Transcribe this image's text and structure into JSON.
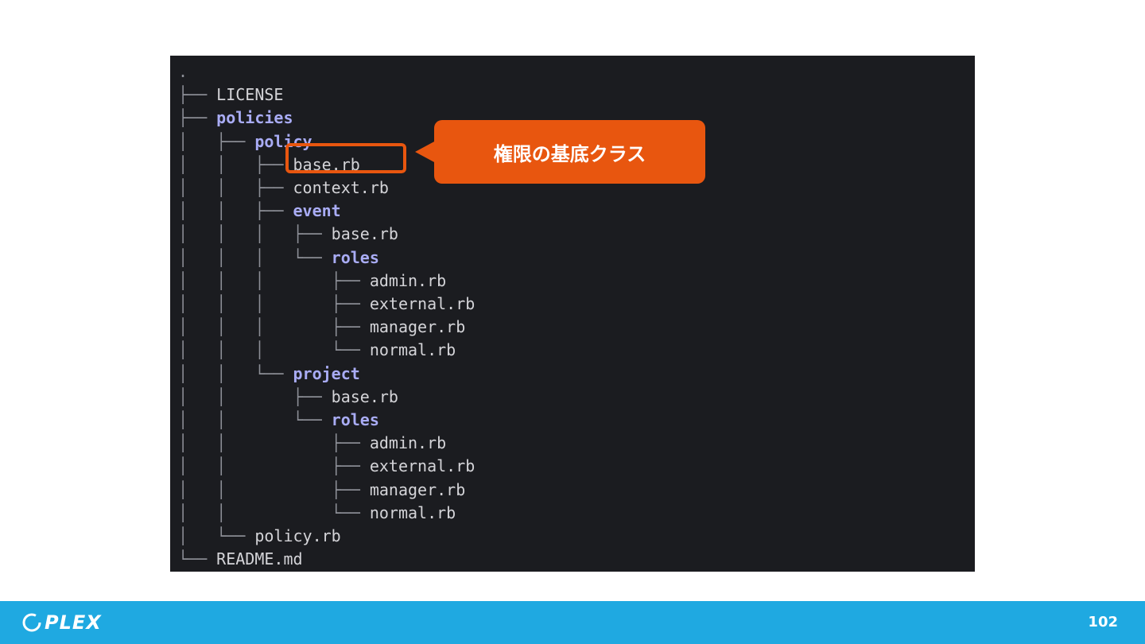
{
  "tree": [
    {
      "prefix": ".",
      "name": "",
      "kind": "file"
    },
    {
      "prefix": "├── ",
      "name": "LICENSE",
      "kind": "file"
    },
    {
      "prefix": "├── ",
      "name": "policies",
      "kind": "dir"
    },
    {
      "prefix": "│   ├── ",
      "name": "policy",
      "kind": "dir"
    },
    {
      "prefix": "│   │   ├── ",
      "name": "base.rb",
      "kind": "file"
    },
    {
      "prefix": "│   │   ├── ",
      "name": "context.rb",
      "kind": "file"
    },
    {
      "prefix": "│   │   ├── ",
      "name": "event",
      "kind": "dir"
    },
    {
      "prefix": "│   │   │   ├── ",
      "name": "base.rb",
      "kind": "file"
    },
    {
      "prefix": "│   │   │   └── ",
      "name": "roles",
      "kind": "dir"
    },
    {
      "prefix": "│   │   │       ├── ",
      "name": "admin.rb",
      "kind": "file"
    },
    {
      "prefix": "│   │   │       ├── ",
      "name": "external.rb",
      "kind": "file"
    },
    {
      "prefix": "│   │   │       ├── ",
      "name": "manager.rb",
      "kind": "file"
    },
    {
      "prefix": "│   │   │       └── ",
      "name": "normal.rb",
      "kind": "file"
    },
    {
      "prefix": "│   │   └── ",
      "name": "project",
      "kind": "dir"
    },
    {
      "prefix": "│   │       ├── ",
      "name": "base.rb",
      "kind": "file"
    },
    {
      "prefix": "│   │       └── ",
      "name": "roles",
      "kind": "dir"
    },
    {
      "prefix": "│   │           ├── ",
      "name": "admin.rb",
      "kind": "file"
    },
    {
      "prefix": "│   │           ├── ",
      "name": "external.rb",
      "kind": "file"
    },
    {
      "prefix": "│   │           ├── ",
      "name": "manager.rb",
      "kind": "file"
    },
    {
      "prefix": "│   │           └── ",
      "name": "normal.rb",
      "kind": "file"
    },
    {
      "prefix": "│   └── ",
      "name": "policy.rb",
      "kind": "file"
    },
    {
      "prefix": "└── ",
      "name": "README.md",
      "kind": "file"
    }
  ],
  "callout": {
    "text": "権限の基底クラス"
  },
  "footer": {
    "logo_text": "PLEX",
    "page_number": "102"
  },
  "colors": {
    "accent": "#e8560f",
    "footer": "#1fa9e1",
    "terminal_bg": "#1b1c20",
    "dir": "#a9acf5"
  }
}
